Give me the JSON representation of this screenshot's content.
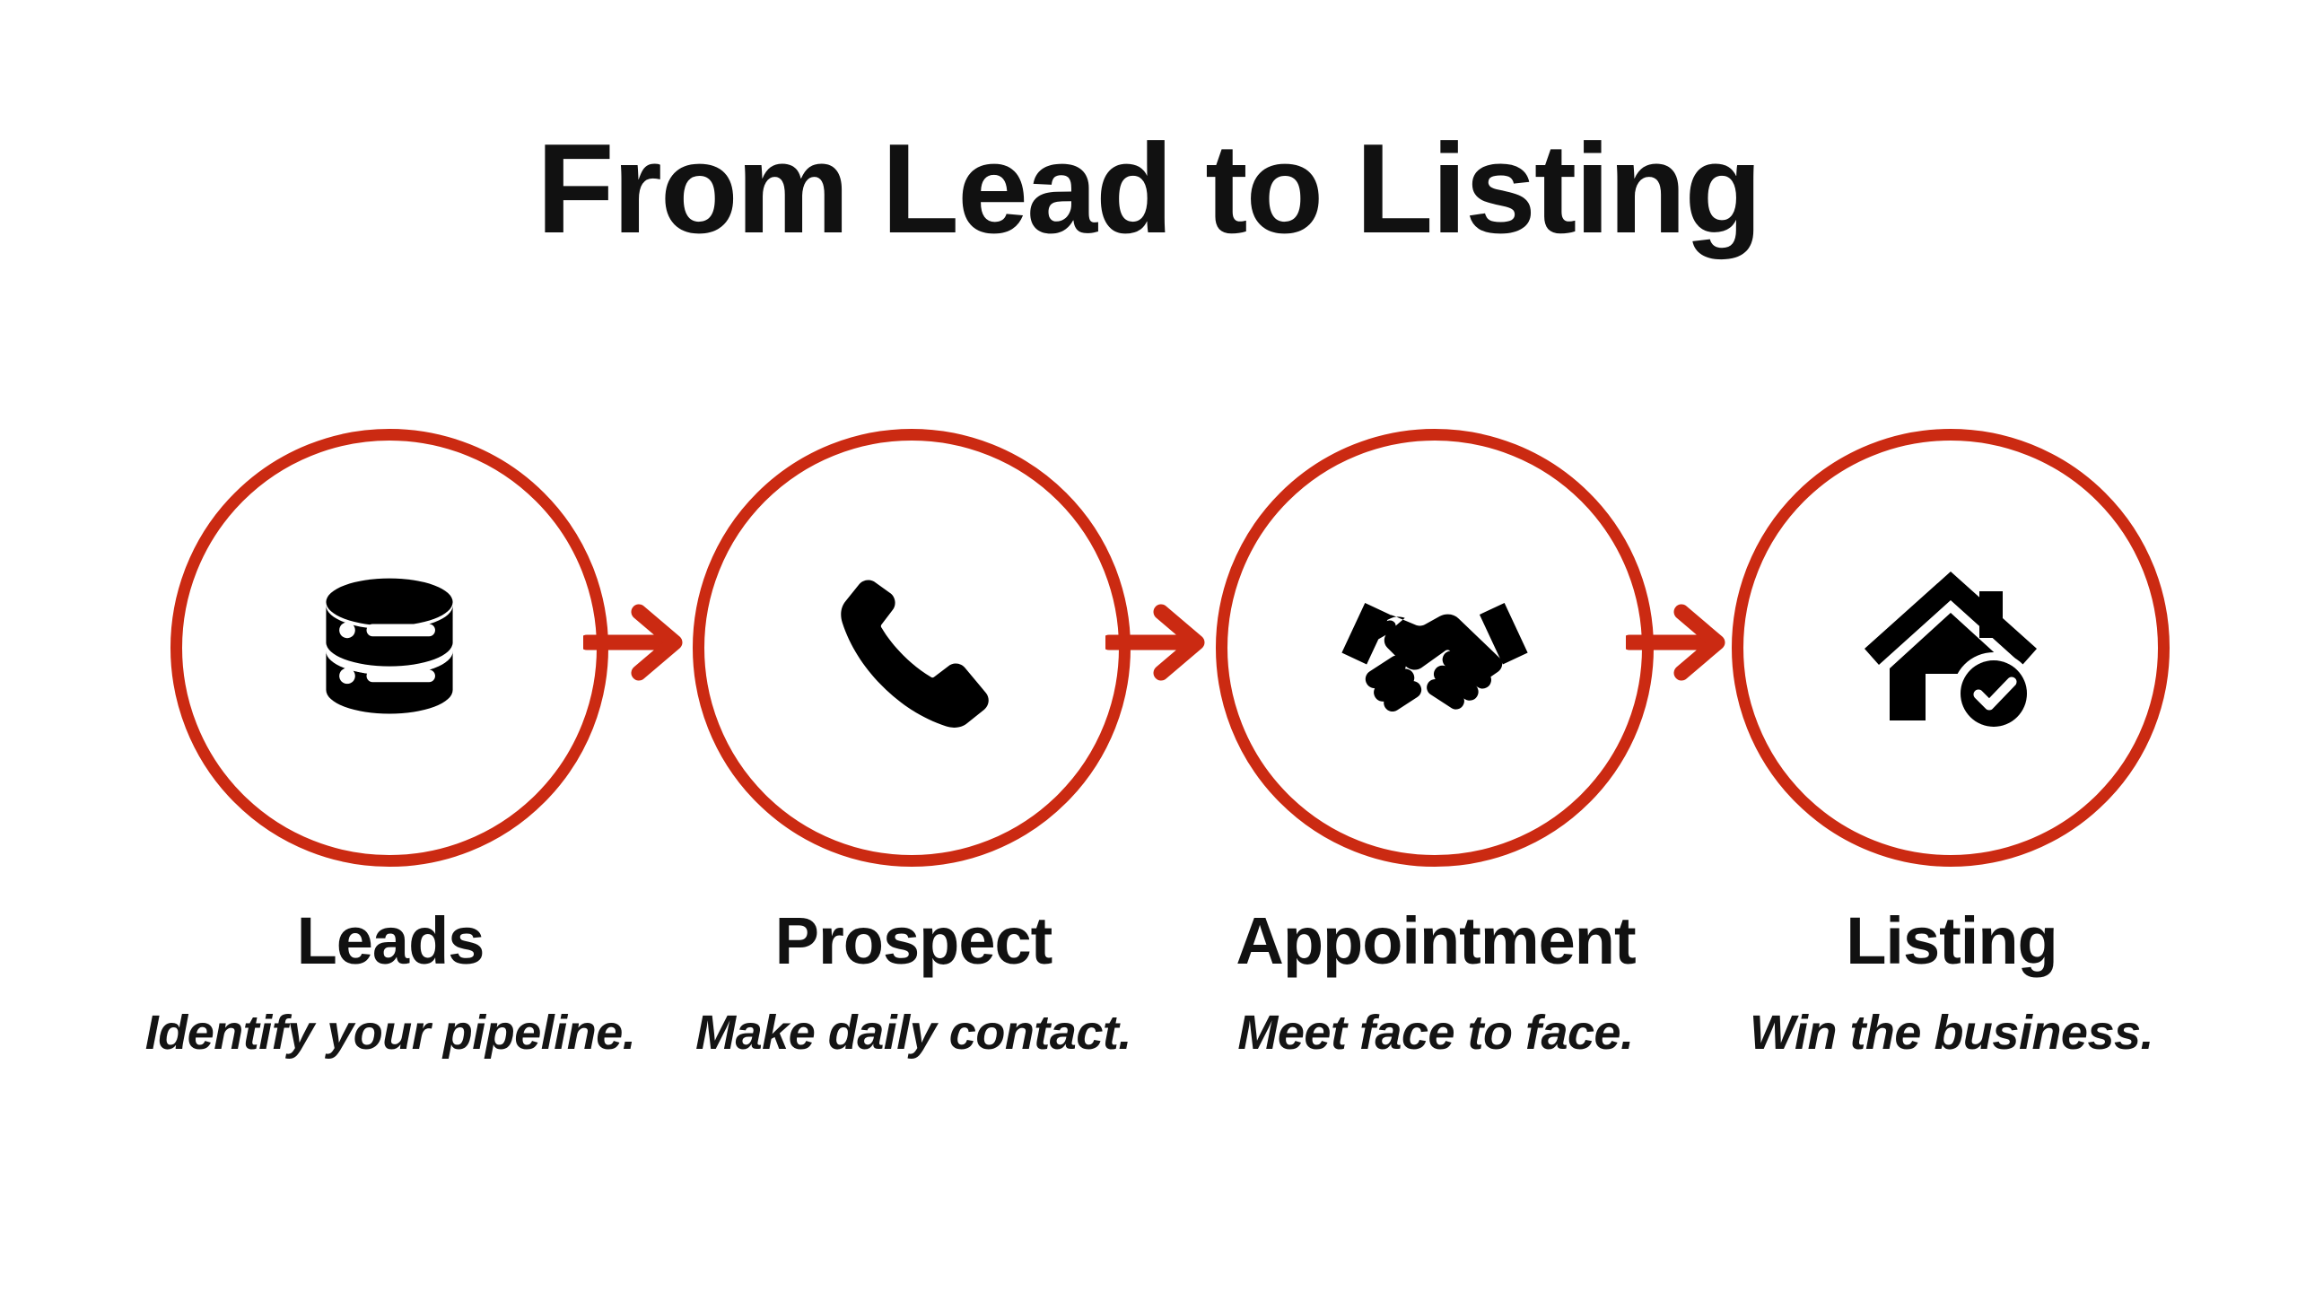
{
  "title": "From Lead to Listing",
  "colors": {
    "accent_red": "#CB2A12",
    "icon_black": "#000000",
    "text_black": "#111111",
    "background": "#FFFFFF"
  },
  "steps": [
    {
      "name": "Leads",
      "caption": "Identify your pipeline.",
      "icon": "database-icon"
    },
    {
      "name": "Prospect",
      "caption": "Make daily contact.",
      "icon": "phone-icon"
    },
    {
      "name": "Appointment",
      "caption": "Meet face to face.",
      "icon": "handshake-icon"
    },
    {
      "name": "Listing",
      "caption": "Win the business.",
      "icon": "house-check-icon"
    }
  ],
  "connectors": [
    {
      "icon": "arrow-right-icon"
    },
    {
      "icon": "arrow-right-icon"
    },
    {
      "icon": "arrow-right-icon"
    }
  ]
}
